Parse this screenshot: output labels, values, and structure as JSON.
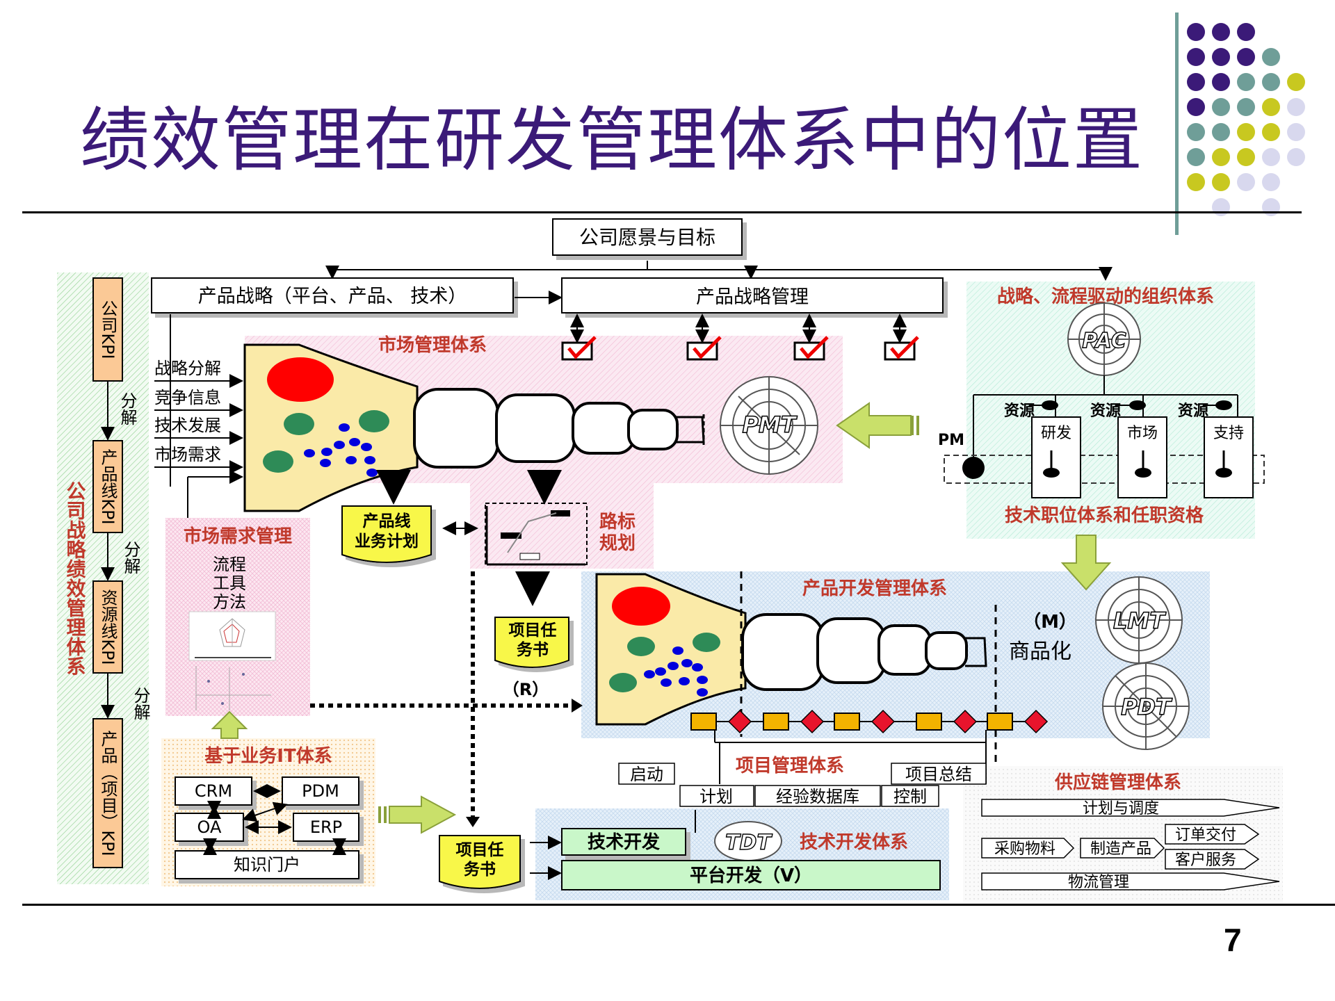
{
  "page": {
    "title": "绩效管理在研发管理体系中的位置",
    "page_number": "7"
  },
  "colors": {
    "title": "#3b1a78",
    "section_label": "#c0392b",
    "deco_purple": "#3b1a78",
    "deco_teal": "#6f9e98",
    "deco_yellow": "#c8c820",
    "deco_lavender": "#d8d8ee"
  },
  "diagram": {
    "vision": "公司愿景与目标",
    "product_strategy": "产品战略（平台、产品、 技术）",
    "product_strategy_mgmt": "产品战略管理",
    "left_system": {
      "label": "公司战略绩效管理体系",
      "kpi_company": "公司KPI",
      "kpi_product_line": "产品线KPI",
      "kpi_resource_line": "资源线KPI",
      "kpi_project": "产品（项目）KPI",
      "decompose": "分解"
    },
    "inputs": [
      "战略分解",
      "竞争信息",
      "技术发展",
      "市场需求"
    ],
    "market_mgmt": "市场管理体系",
    "pmt": "PMT",
    "org_system": {
      "label": "战略、流程驱动的组织体系",
      "pac": "PAC",
      "resource": "资源",
      "pm": "PM",
      "depts": [
        "研发",
        "市场",
        "支持"
      ],
      "qualification": "技术职位体系和任职资格"
    },
    "product_line_plan": "产品线业务计划",
    "roadmap": "路标规划",
    "market_req_mgmt": {
      "label": "市场需求管理",
      "items": [
        "流程",
        "工具",
        "方法"
      ]
    },
    "project_task_1": "项目任务书",
    "r_label": "（R）",
    "product_dev_mgmt": "产品开发管理体系",
    "m_label": "（M）",
    "commercialize": "商品化",
    "lmt": "LMT",
    "pdt": "PDT",
    "it_system": {
      "label": "基于业务IT体系",
      "crm": "CRM",
      "pdm": "PDM",
      "oa": "OA",
      "erp": "ERP",
      "portal": "知识门户"
    },
    "project_mgmt": {
      "label": "项目管理体系",
      "start": "启动",
      "summary": "项目总结",
      "plan": "计划",
      "experience_db": "经验数据库",
      "control": "控制"
    },
    "project_task_2": "项目任务书",
    "tech_dev": "技术开发",
    "tdt": "TDT",
    "tech_dev_system": "技术开发体系",
    "platform_dev": "平台开发（V）",
    "supply_chain": {
      "label": "供应链管理体系",
      "plan_schedule": "计划与调度",
      "purchase": "采购物料",
      "manufacture": "制造产品",
      "order": "订单交付",
      "service": "客户服务",
      "logistics": "物流管理"
    }
  }
}
